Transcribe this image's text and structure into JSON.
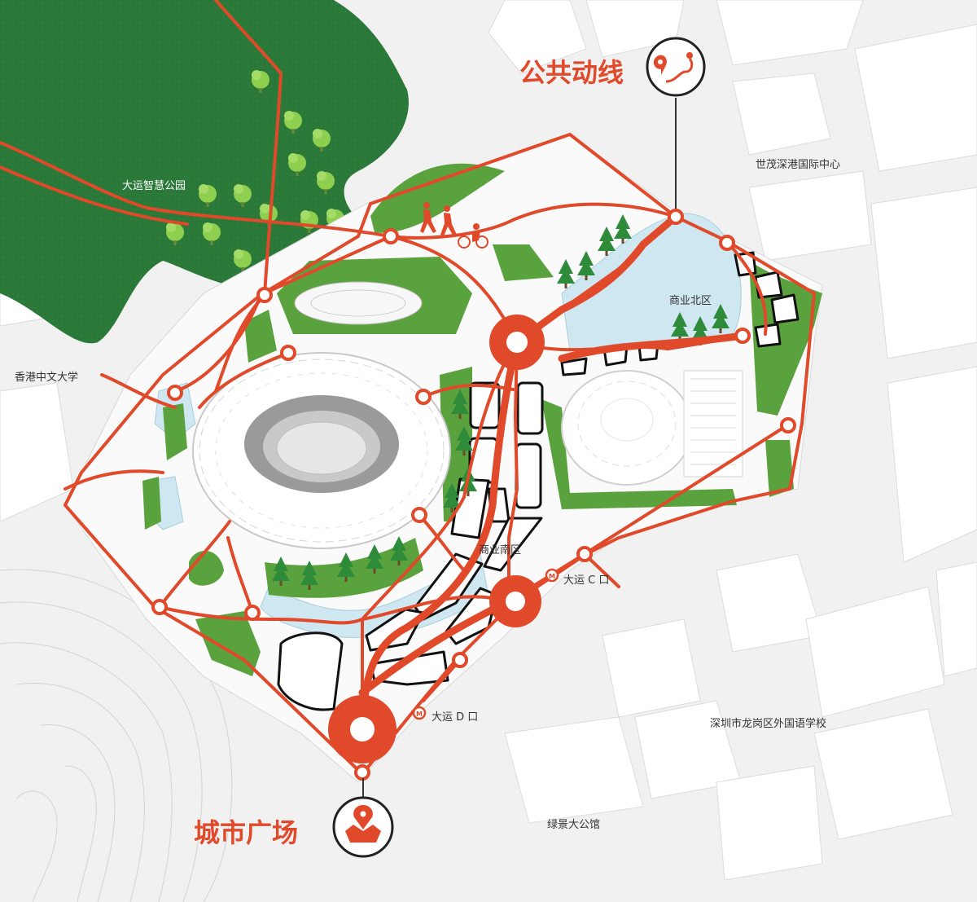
{
  "callouts": {
    "public_route": "公共动线",
    "city_plaza": "城市广场"
  },
  "places": {
    "park": "大运智慧公园",
    "cuhk": "香港中文大学",
    "shimao": "世茂深港国际中心",
    "north_commercial": "商业北区",
    "south_commercial": "商业南区",
    "exit_c": "大运 C 口",
    "exit_d": "大运 D 口",
    "school": "深圳市龙岗区外国语学校",
    "lvjing": "绿景大公馆"
  },
  "metro_symbol": "M",
  "colors": {
    "route": "#e04a2a",
    "park": "#2b7a3a",
    "green": "#5aa23d",
    "water": "#cfe7f0",
    "building": "#ffffff",
    "ground": "#f1f1f1"
  }
}
